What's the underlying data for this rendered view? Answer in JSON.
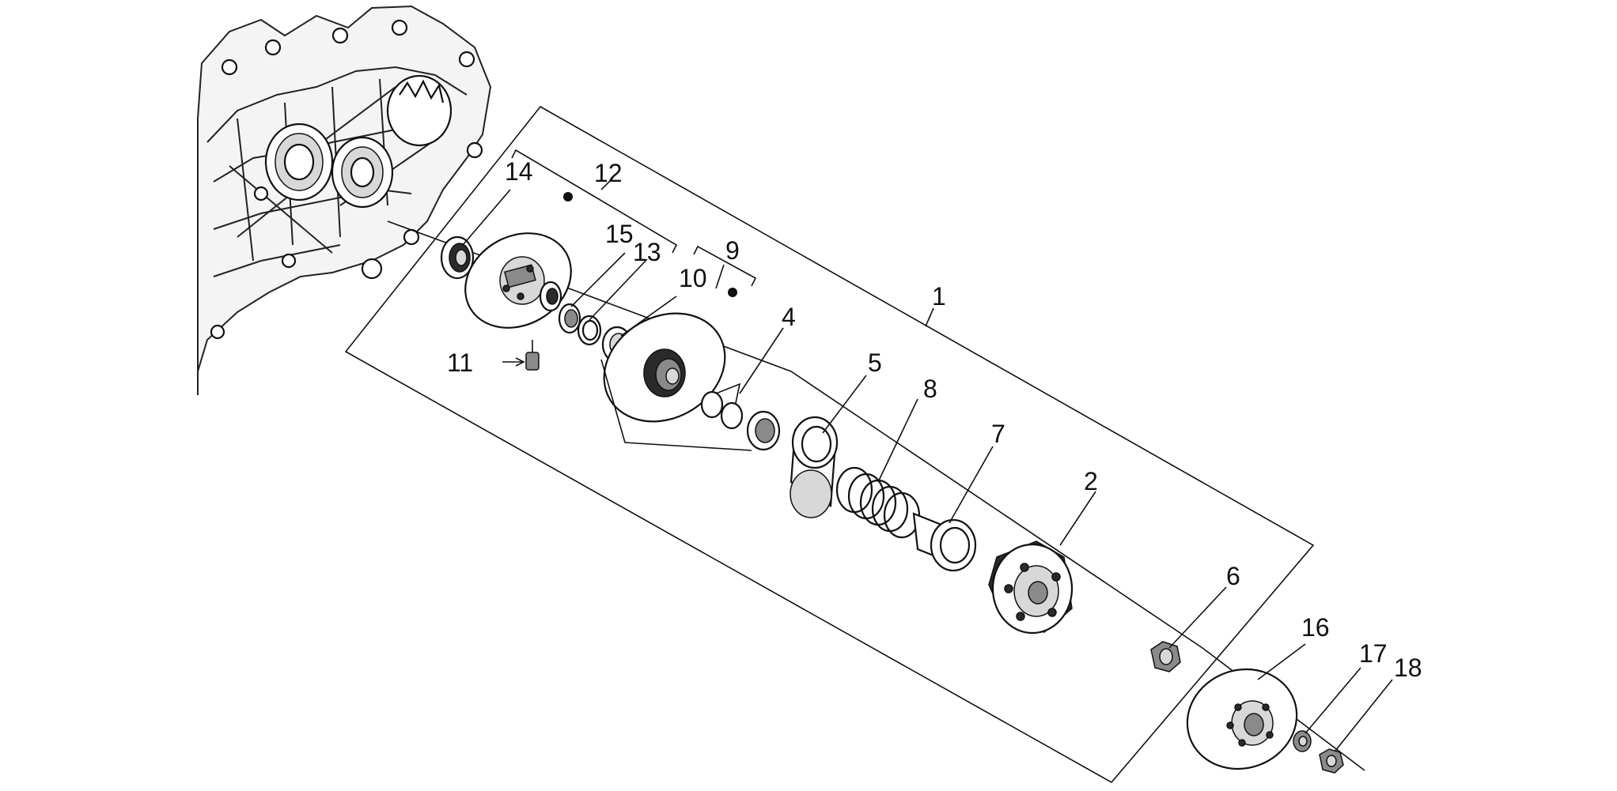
{
  "callouts": [
    {
      "id": "1",
      "text": "1"
    },
    {
      "id": "2",
      "text": "2"
    },
    {
      "id": "4",
      "text": "4"
    },
    {
      "id": "5",
      "text": "5"
    },
    {
      "id": "6",
      "text": "6"
    },
    {
      "id": "7",
      "text": "7"
    },
    {
      "id": "8",
      "text": "8"
    },
    {
      "id": "9",
      "text": "9"
    },
    {
      "id": "10",
      "text": "10"
    },
    {
      "id": "11",
      "text": "11"
    },
    {
      "id": "12",
      "text": "12"
    },
    {
      "id": "13",
      "text": "13"
    },
    {
      "id": "14",
      "text": "14"
    },
    {
      "id": "15",
      "text": "15"
    },
    {
      "id": "16",
      "text": "16"
    },
    {
      "id": "17",
      "text": "17"
    },
    {
      "id": "18",
      "text": "18"
    }
  ]
}
